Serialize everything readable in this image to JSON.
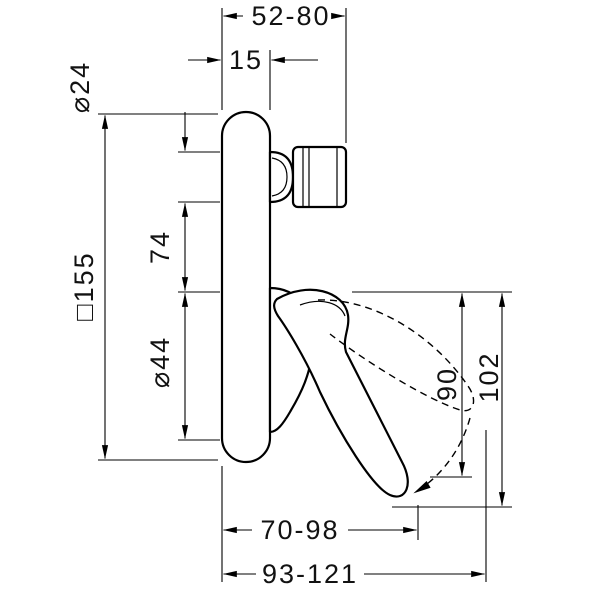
{
  "page": {
    "background": "#ffffff",
    "line_color": "#000000",
    "drawing_type": "installation-dimension-drawing"
  },
  "dims": {
    "top_depth": "52-80",
    "plate_offset": "15",
    "spindle_diameter": "⌀24",
    "plate_size": "□155",
    "spindle_to_pivot": "74",
    "base_diameter": "⌀44",
    "handle_drop_inner": "90",
    "handle_drop_outer": "102",
    "bottom_reach": "70-98",
    "bottom_total": "93-121"
  }
}
